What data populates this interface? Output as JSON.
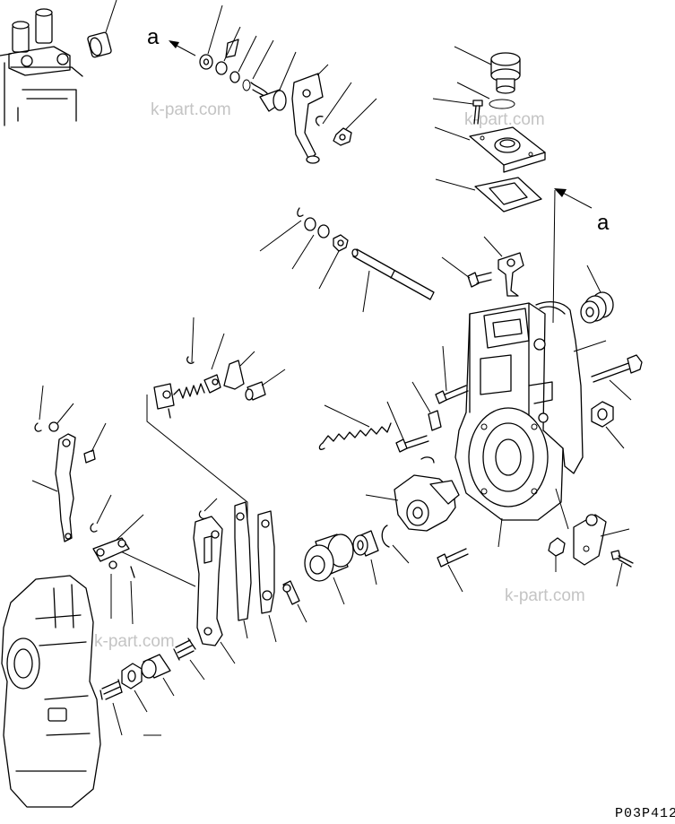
{
  "diagram": {
    "ref_label_1": "a",
    "ref_label_2": "a",
    "drawing_code": "P03P412",
    "watermark_1": "k-part.com",
    "watermark_2": "k-part.com",
    "watermark_3": "k-part.com",
    "watermark_4": "k-part.com"
  }
}
